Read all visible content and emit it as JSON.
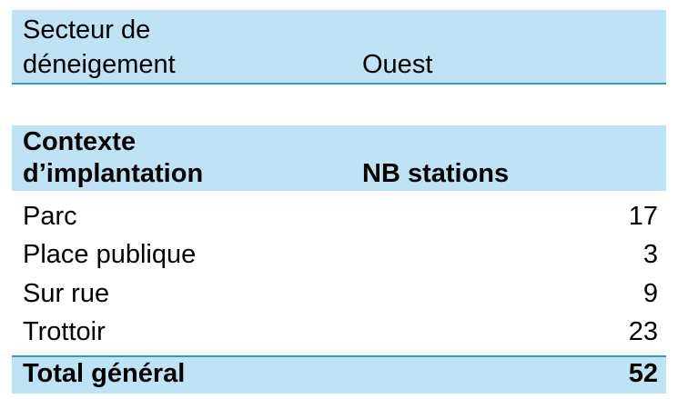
{
  "sector": {
    "label_line1": "Secteur de",
    "label_line2": "déneigement",
    "value": "Ouest"
  },
  "table": {
    "header": {
      "context_line1": "Contexte",
      "context_line2": "d’implantation",
      "count": "NB stations"
    },
    "rows": [
      {
        "label": "Parc",
        "value": "17"
      },
      {
        "label": "Place publique",
        "value": "3"
      },
      {
        "label": "Sur rue",
        "value": "9"
      },
      {
        "label": "Trottoir",
        "value": "23"
      }
    ],
    "total": {
      "label": "Total général",
      "value": "52"
    }
  },
  "colors": {
    "band": "#bde3f5",
    "rule": "#3399cc"
  }
}
